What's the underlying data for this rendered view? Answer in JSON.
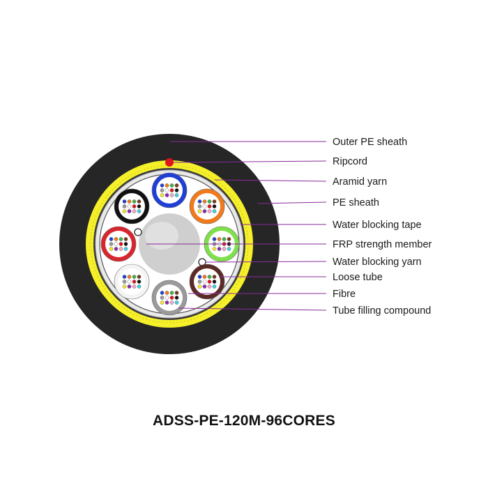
{
  "labels": [
    "Outer PE sheath",
    "Ripcord",
    "Aramid yarn",
    "PE sheath",
    "Water blocking tape",
    "FRP strength member",
    "Water blocking yarn",
    "Loose tube",
    "Fibre",
    "Tube filling compound"
  ],
  "caption": "ADSS-PE-120M-96CORES",
  "colors": {
    "outer_sheath": "#262626",
    "aramid_yarn": "#f5f02a",
    "inner_sheath": "#e9e9e9",
    "ripcord": "#e0141e",
    "leader_line": "#8a2a9a",
    "tube_colors": [
      "#1f3fd6",
      "#f07a1c",
      "#7ee04a",
      "#5a2a26",
      "#9a9a9a",
      "#f4f4f4",
      "#d8262e",
      "#111111"
    ],
    "fibre_colors": [
      "#1f3fd6",
      "#f07a1c",
      "#3cb44b",
      "#7a3a1a",
      "#9a9a9a",
      "#ffffff",
      "#e0141e",
      "#111111",
      "#f5e62a",
      "#8a2ab0",
      "#f4a6c8",
      "#3fd0e0"
    ]
  }
}
